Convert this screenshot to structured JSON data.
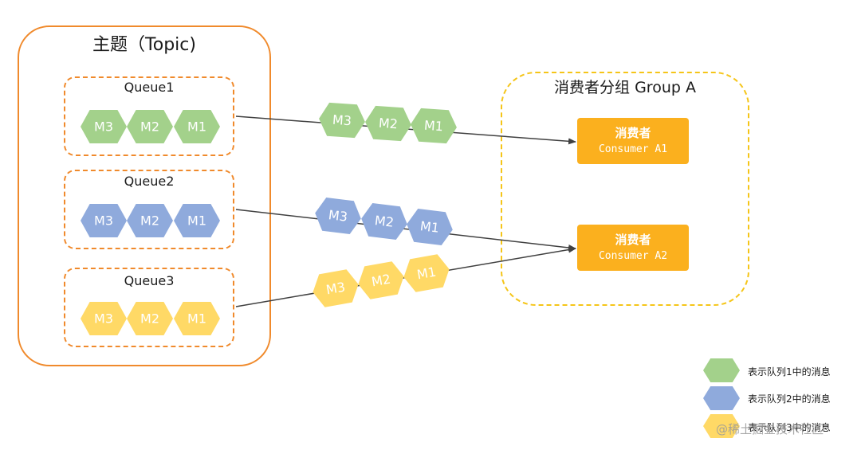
{
  "topic": {
    "title": "主题（Topic)"
  },
  "queues": [
    {
      "title": "Queue1",
      "messages": [
        "M3",
        "M2",
        "M1"
      ],
      "color": "#a3d18b"
    },
    {
      "title": "Queue2",
      "messages": [
        "M3",
        "M2",
        "M1"
      ],
      "color": "#8faadc"
    },
    {
      "title": "Queue3",
      "messages": [
        "M3",
        "M2",
        "M1"
      ],
      "color": "#ffd966"
    }
  ],
  "group": {
    "title": "消费者分组 Group A",
    "consumers": [
      {
        "name_cn": "消费者",
        "name_en": "Consumer A1"
      },
      {
        "name_cn": "消费者",
        "name_en": "Consumer A2"
      }
    ]
  },
  "flows": [
    {
      "from": "Queue1",
      "to": "Consumer A1",
      "messages": [
        "M3",
        "M2",
        "M1"
      ]
    },
    {
      "from": "Queue2",
      "to": "Consumer A2",
      "messages": [
        "M3",
        "M2",
        "M1"
      ]
    },
    {
      "from": "Queue3",
      "to": "Consumer A2",
      "messages": [
        "M3",
        "M2",
        "M1"
      ]
    }
  ],
  "legend": [
    {
      "label": "表示队列1中的消息",
      "color": "#a3d18b"
    },
    {
      "label": "表示队列2中的消息",
      "color": "#8faadc"
    },
    {
      "label": "表示队列3中的消息",
      "color": "#ffd966"
    }
  ],
  "colors": {
    "topic_border": "#f08a2c",
    "group_border": "#f5c518",
    "consumer_fill": "#fbb01e",
    "arrow": "#404040"
  },
  "watermark": "@稀土掘金技术社区"
}
